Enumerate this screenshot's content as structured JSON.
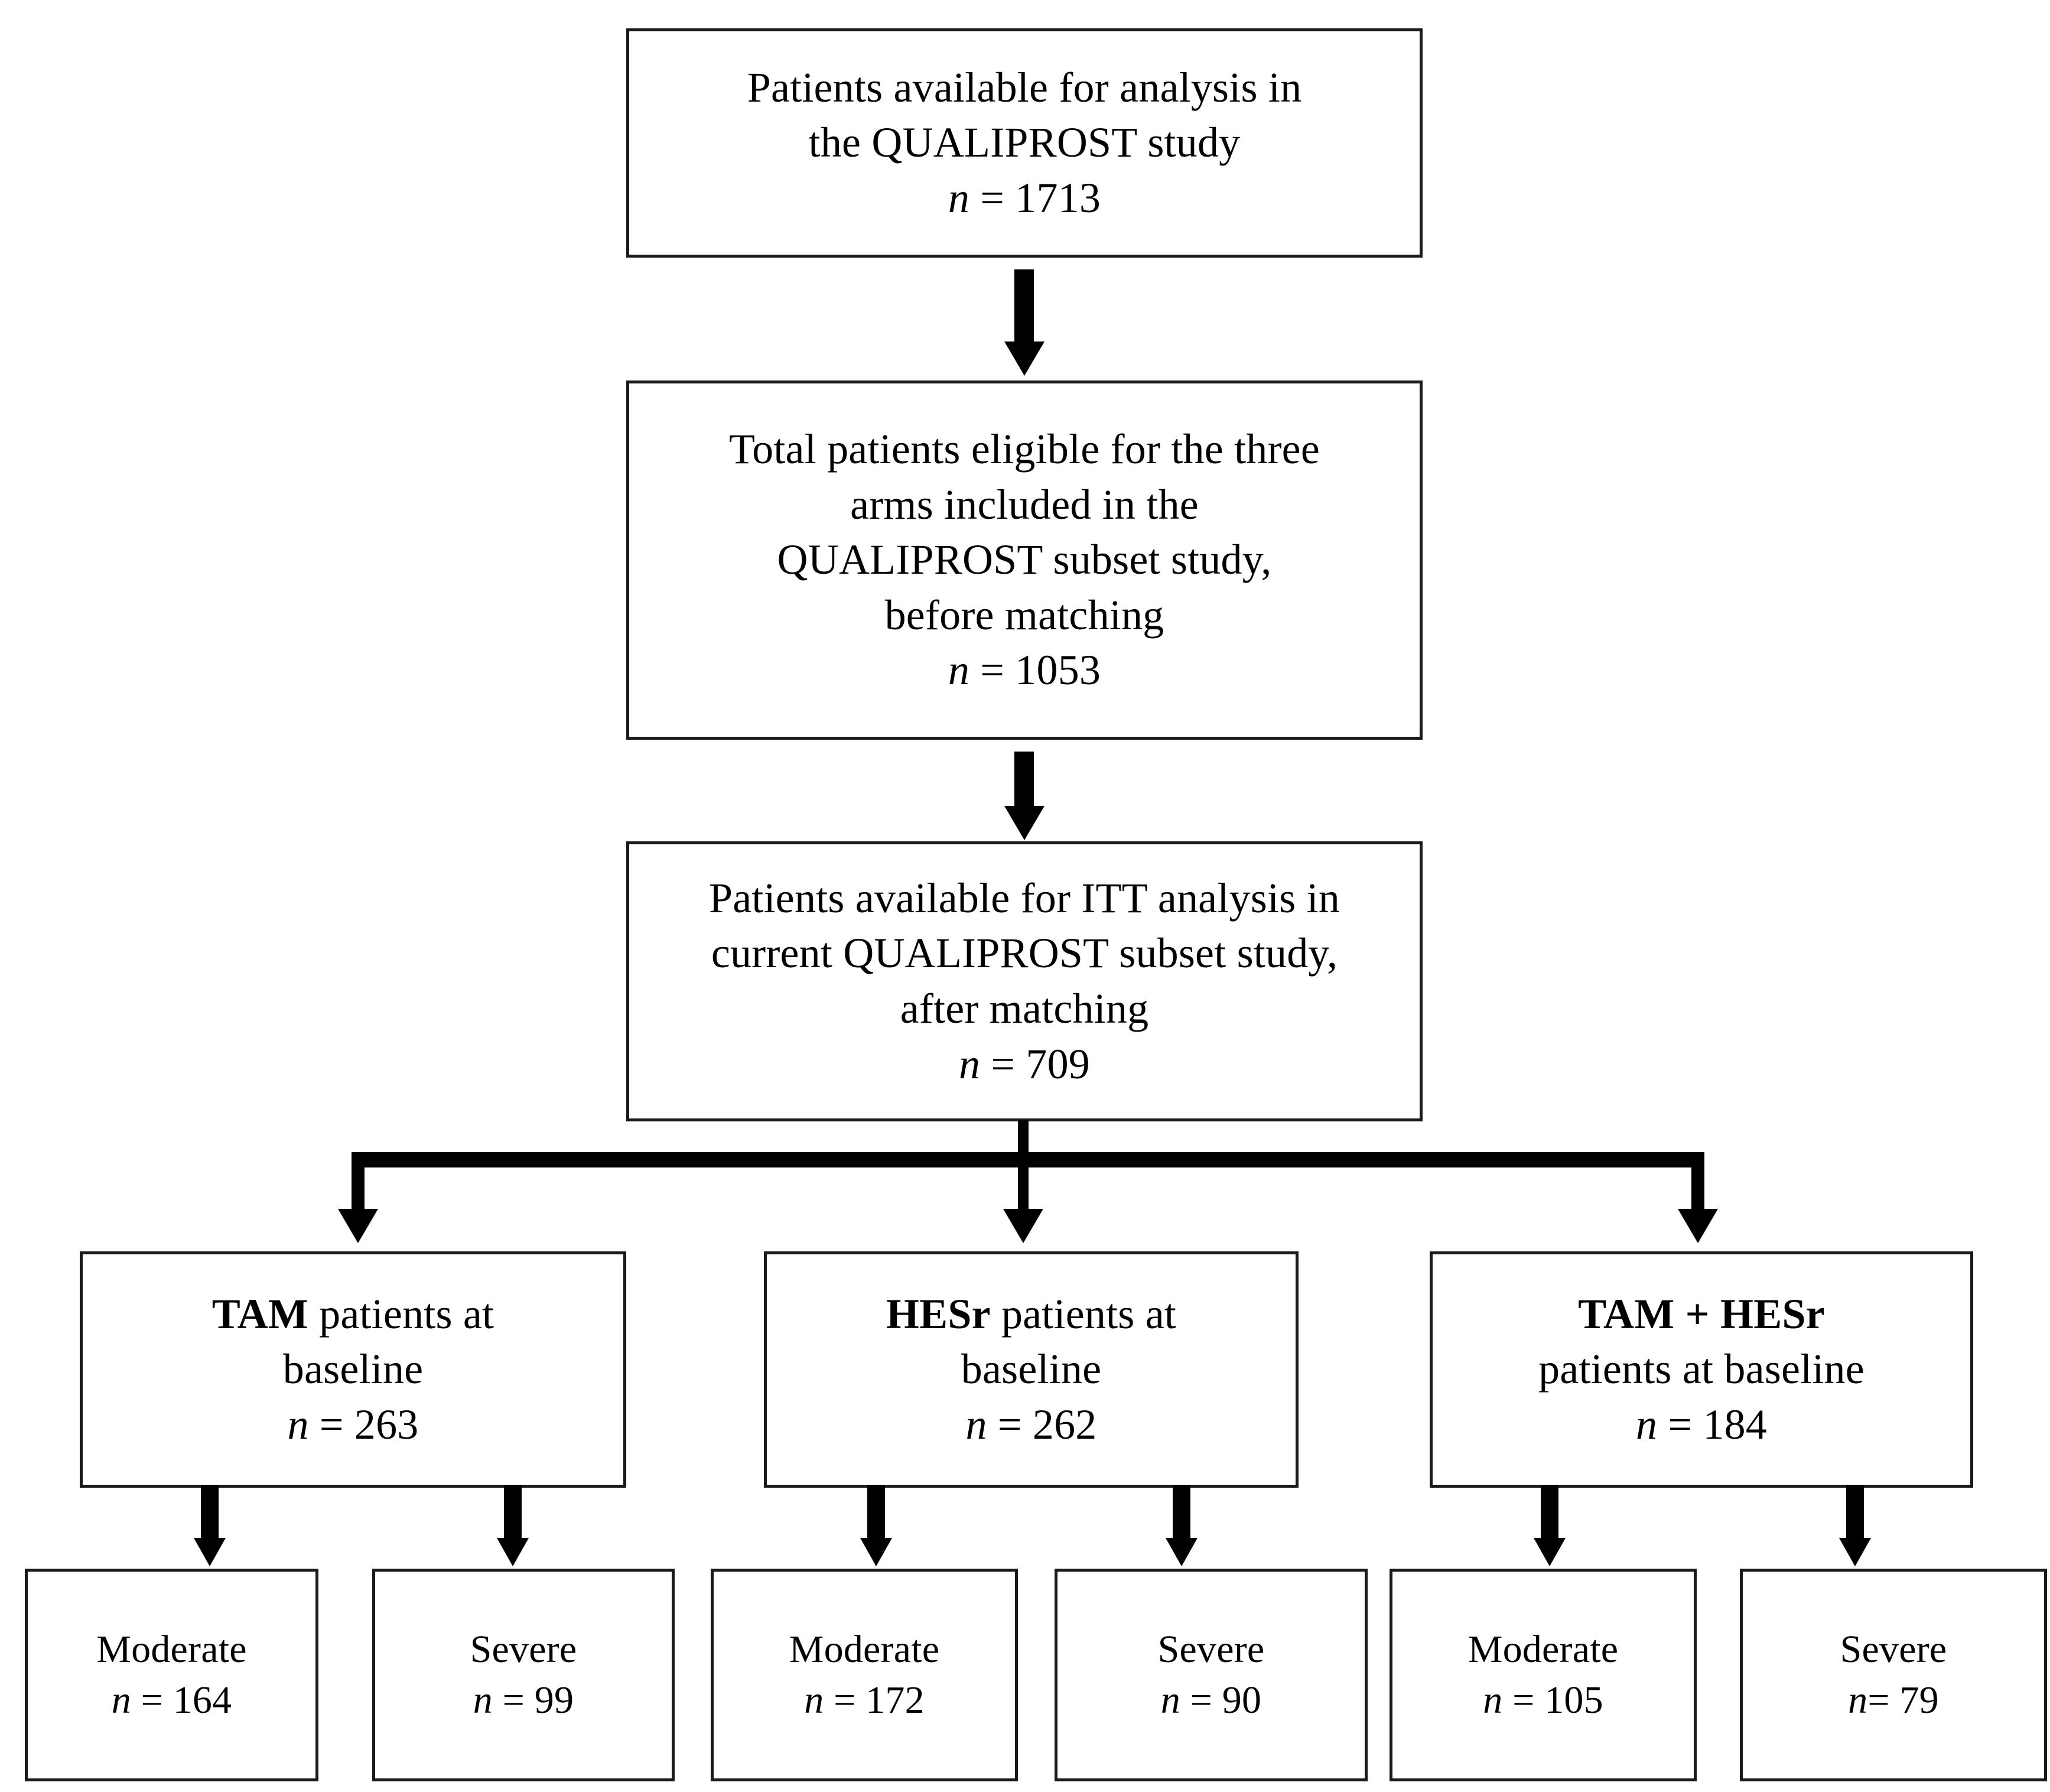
{
  "figure": {
    "type": "flow-diagram",
    "title": "QUALIPROST study patient flow"
  },
  "nodes": {
    "available": {
      "line1": "Patients available for analysis in",
      "line2": "the QUALIPROST study",
      "n_label": "n",
      "n_eq": " = 1713",
      "n_value": "1713"
    },
    "eligible": {
      "line1": "Total patients eligible for the three",
      "line2": "arms included in the",
      "line3": "QUALIPROST subset study,",
      "line4": "before matching",
      "n_label": "n",
      "n_eq": " = 1053",
      "n_value": "1053"
    },
    "itt": {
      "line1": "Patients available for ITT analysis in",
      "line2": "current QUALIPROST subset study,",
      "line3": "after matching",
      "n_label": "n",
      "n_eq": " = 709",
      "n_value": "709"
    }
  },
  "arms": [
    {
      "key": "tam",
      "bold_label": "TAM",
      "line1_rest": " patients at",
      "line2": "baseline",
      "n_label": "n",
      "n_eq": " = 263",
      "n_value": "263",
      "children": [
        {
          "severity": "Moderate",
          "n_label": "n",
          "n_eq": " = 164",
          "n_value": "164"
        },
        {
          "severity": "Severe",
          "n_label": "n",
          "n_eq": " = 99",
          "n_value": "99"
        }
      ]
    },
    {
      "key": "hesr",
      "bold_label": "HESr",
      "line1_rest": " patients at",
      "line2": "baseline",
      "n_label": "n",
      "n_eq": " = 262",
      "n_value": "262",
      "children": [
        {
          "severity": "Moderate",
          "n_label": "n",
          "n_eq": " = 172",
          "n_value": "172"
        },
        {
          "severity": "Severe",
          "n_label": "n",
          "n_eq": " = 90",
          "n_value": "90"
        }
      ]
    },
    {
      "key": "tam-hesr",
      "bold_label": "TAM + HESr",
      "line1_rest": "",
      "line2": "patients at baseline",
      "n_label": "n",
      "n_eq": " = 184",
      "n_value": "184",
      "children": [
        {
          "severity": "Moderate",
          "n_label": "n",
          "n_eq": " = 105",
          "n_value": "105"
        },
        {
          "severity": "Severe",
          "n_label": "n",
          "n_eq": "= 79",
          "n_value": "79"
        }
      ]
    }
  ],
  "colors": {
    "stroke": "#1a1a1a",
    "connector": "#000000",
    "background": "#ffffff"
  }
}
